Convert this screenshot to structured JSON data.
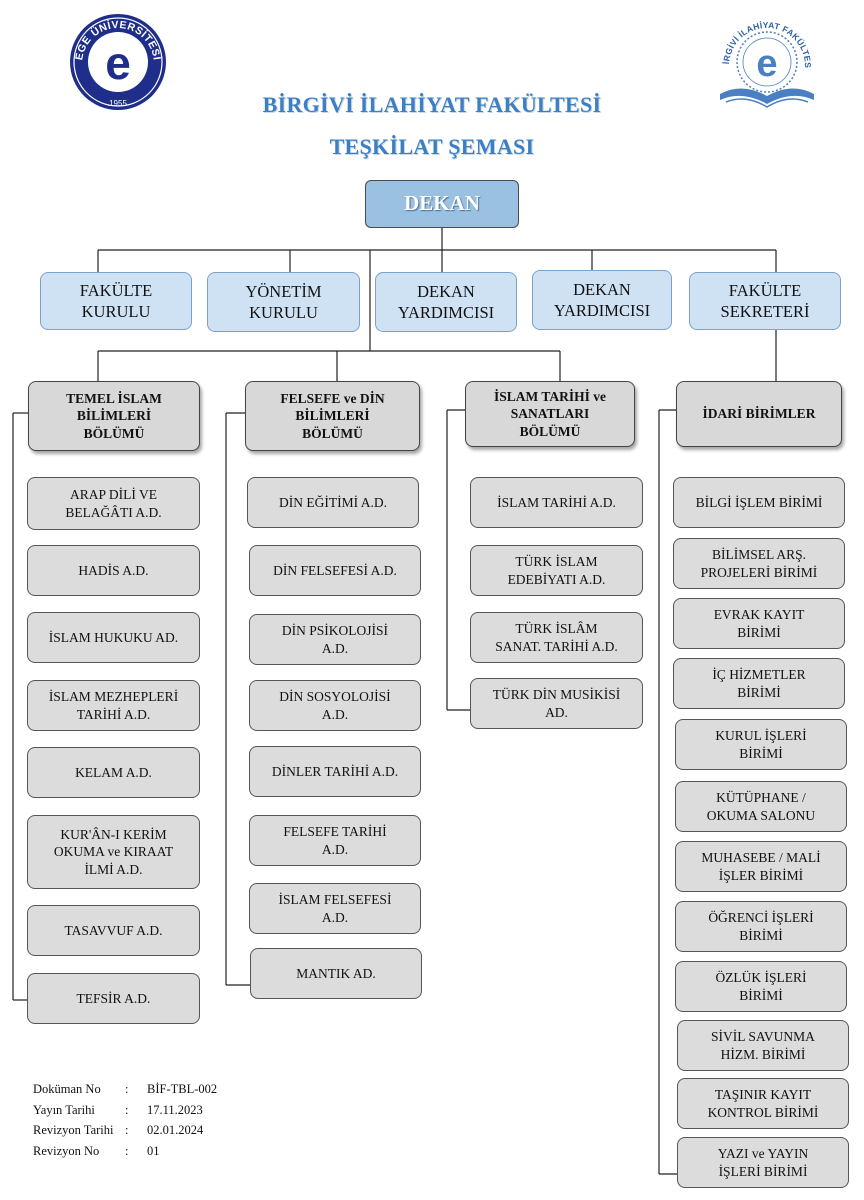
{
  "header": {
    "title": "BİRGİVİ İLAHİYAT FAKÜLTESİ",
    "subtitle": "TEŞKİLAT ŞEMASI",
    "logo_left_text": "EGE ÜNİVERSİTESİ",
    "logo_left_year": "1955",
    "logo_right_text": "BİRGİVİ İLAHİYAT FAKÜLTESİ"
  },
  "dekan": "DEKAN",
  "top_units": [
    "FAKÜLTE\nKURULU",
    "YÖNETİM\nKURULU",
    "DEKAN\nYARDIMCISI",
    "DEKAN\nYARDIMCISI",
    "FAKÜLTE\nSEKRETERİ"
  ],
  "departments": [
    {
      "name": "TEMEL İSLAM\nBİLİMLERİ\nBÖLÜMÜ",
      "units": [
        "ARAP DİLİ VE\nBELAĞÂTI A.D.",
        "HADİS A.D.",
        "İSLAM HUKUKU AD.",
        "İSLAM MEZHEPLERİ\nTARİHİ A.D.",
        "KELAM A.D.",
        "KUR'ÂN-I KERİM\nOKUMA ve KIRAAT\nİLMİ A.D.",
        "TASAVVUF A.D.",
        "TEFSİR A.D."
      ]
    },
    {
      "name": "FELSEFE ve DİN\nBİLİMLERİ\nBÖLÜMÜ",
      "units": [
        "DİN EĞİTİMİ A.D.",
        "DİN FELSEFESİ A.D.",
        "DİN PSİKOLOJİSİ\nA.D.",
        "DİN SOSYOLOJİSİ\nA.D.",
        "DİNLER TARİHİ A.D.",
        "FELSEFE TARİHİ\nA.D.",
        "İSLAM FELSEFESİ\nA.D.",
        "MANTIK AD."
      ]
    },
    {
      "name": "İSLAM TARİHİ ve\nSANATLARI\nBÖLÜMÜ",
      "units": [
        "İSLAM TARİHİ A.D.",
        "TÜRK İSLAM\nEDEBİYATI A.D.",
        "TÜRK İSLÂM\nSANAT. TARİHİ A.D.",
        "TÜRK DİN MUSİKİSİ\nAD."
      ]
    },
    {
      "name": "İDARİ BİRİMLER",
      "units": [
        "BİLGİ İŞLEM BİRİMİ",
        "BİLİMSEL ARŞ.\nPROJELERİ BİRİMİ",
        "EVRAK KAYIT\nBİRİMİ",
        "İÇ HİZMETLER\nBİRİMİ",
        "KURUL İŞLERİ\nBİRİMİ",
        "KÜTÜPHANE /\nOKUMA SALONU",
        "MUHASEBE / MALİ\nİŞLER BİRİMİ",
        "ÖĞRENCİ İŞLERİ\nBİRİMİ",
        "ÖZLÜK İŞLERİ\nBİRİMİ",
        "SİVİL SAVUNMA\nHİZM. BİRİMİ",
        "TAŞINIR KAYIT\nKONTROL BİRİMİ",
        "YAZI ve YAYIN\nİŞLERİ BİRİMİ"
      ]
    }
  ],
  "document_info": [
    {
      "key": "Doküman No",
      "sep": ":",
      "value": "BİF-TBL-002"
    },
    {
      "key": "Yayın Tarihi",
      "sep": ":",
      "value": "17.11.2023"
    },
    {
      "key": "Revizyon Tarihi",
      "sep": ":",
      "value": "02.01.2024"
    },
    {
      "key": "Revizyon No",
      "sep": ":",
      "value": "01"
    }
  ],
  "colors": {
    "title": "#3d7fc4",
    "dekan_fill": "#9ac0e2",
    "top_unit_fill": "#cfe2f4",
    "department_fill": "#d8d8d8",
    "unit_fill": "#dcdcdc",
    "line": "#222222"
  }
}
